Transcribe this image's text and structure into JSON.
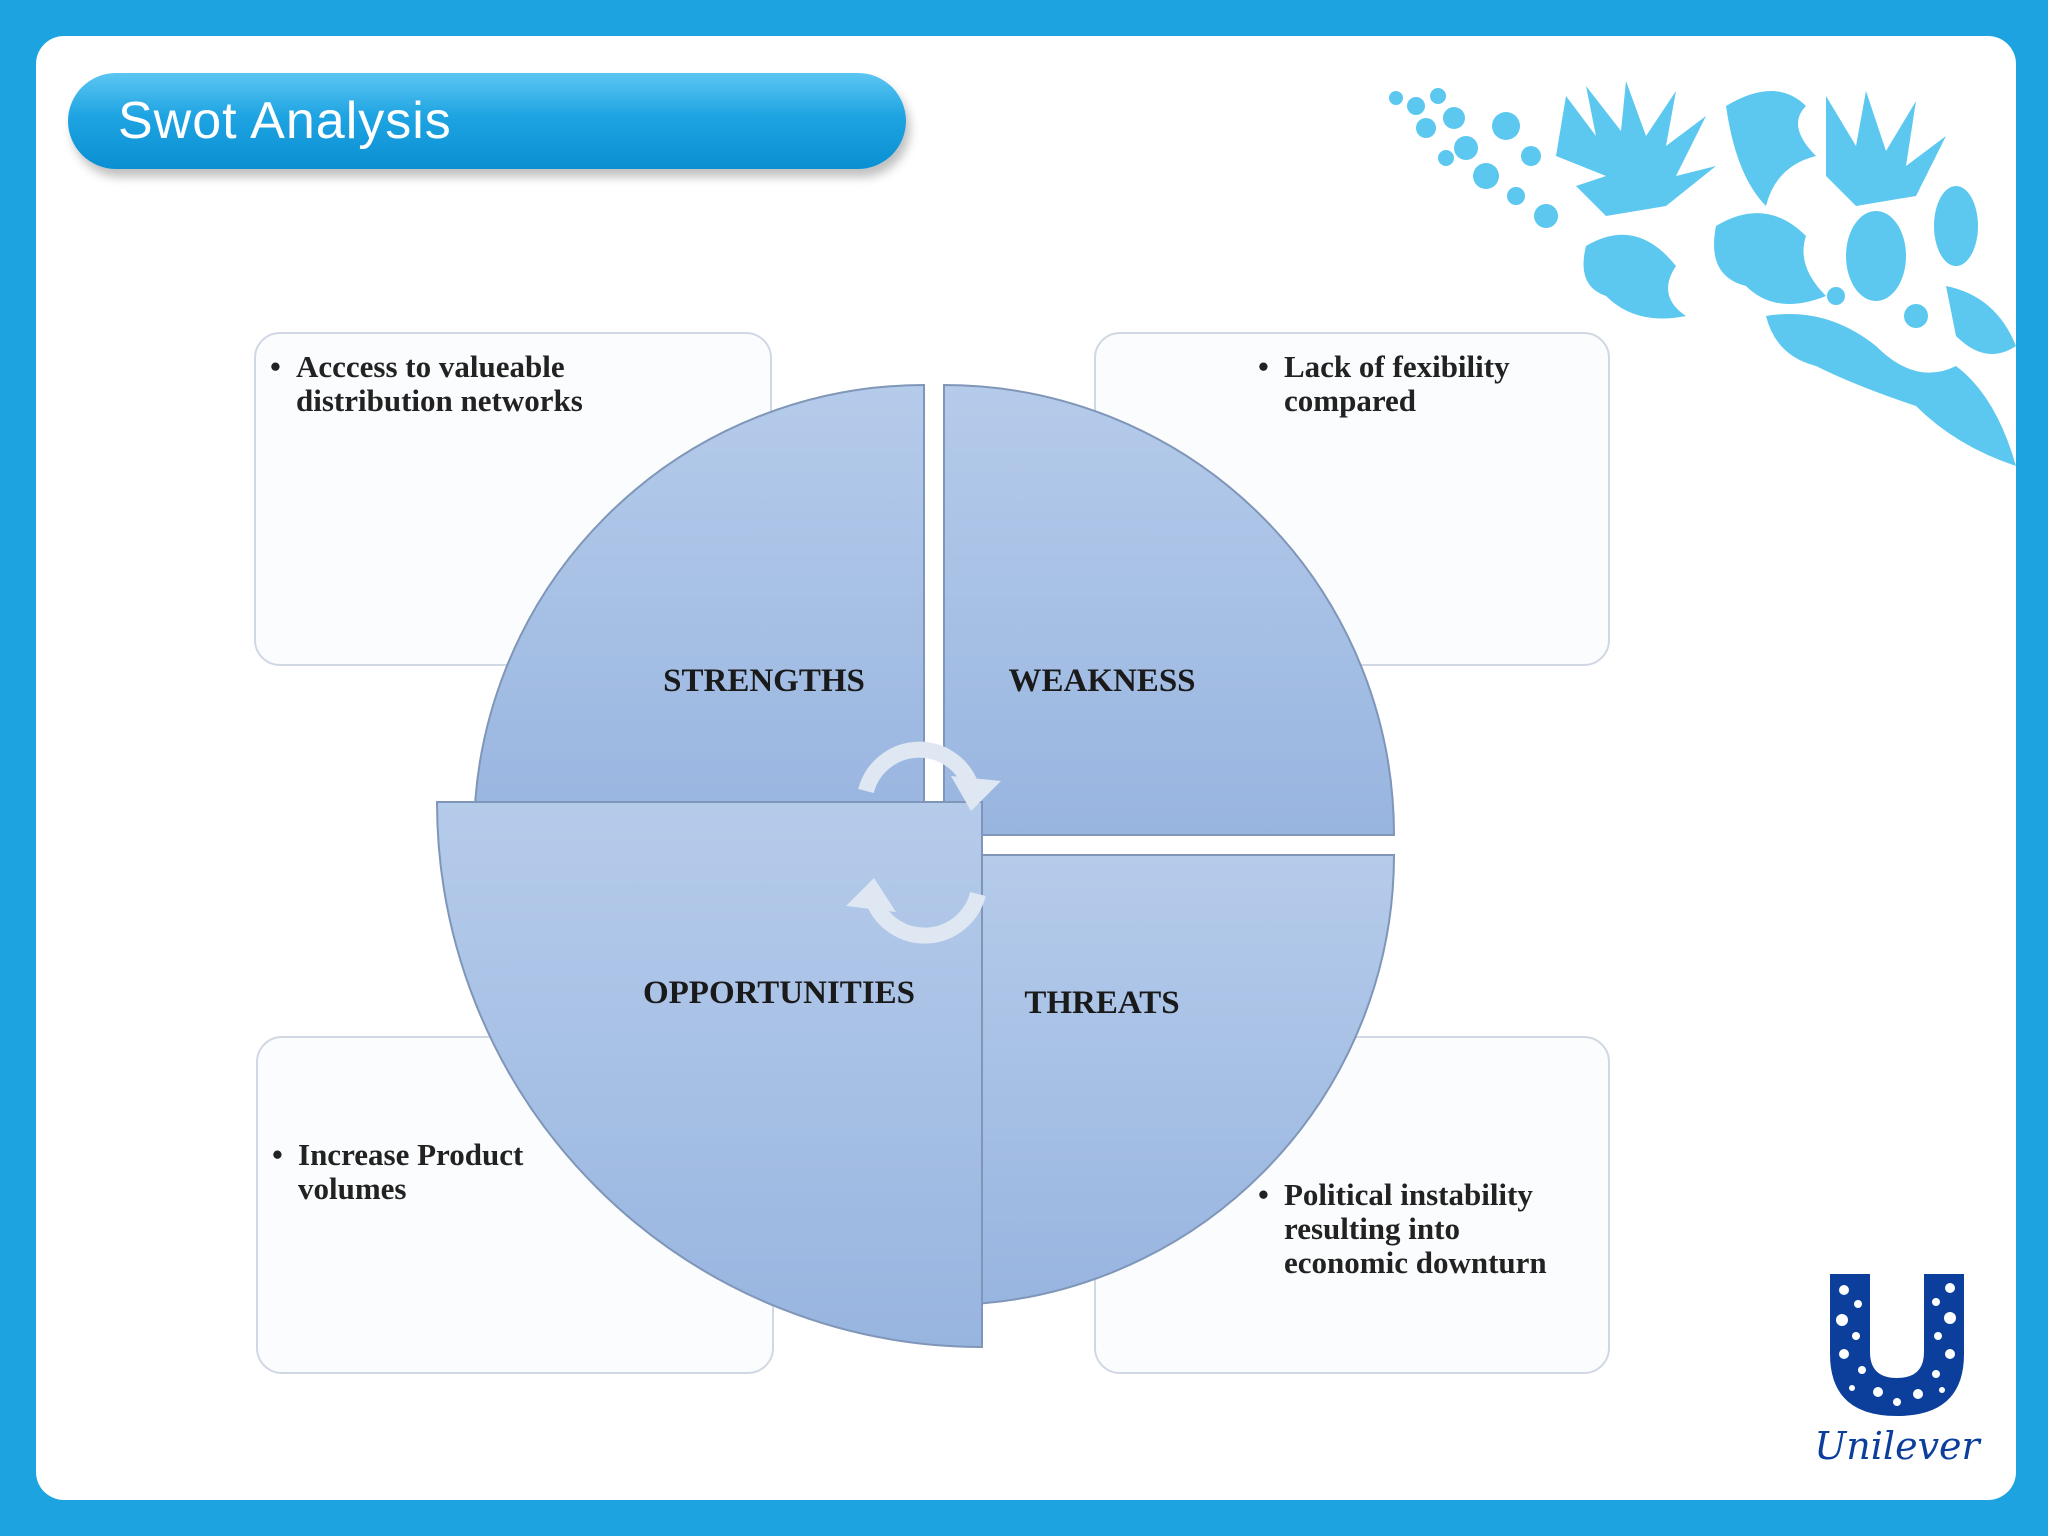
{
  "slide": {
    "title": "Swot Analysis"
  },
  "quadrants": {
    "strengths": "STRENGTHS",
    "weakness": "WEAKNESS",
    "opportunities": "OPPORTUNITIES",
    "threats": "THREATS"
  },
  "boxes": {
    "strengths": {
      "bullet": "Acccess to valueable distribution networks"
    },
    "weakness": {
      "bullet": "Lack of fexibility compared"
    },
    "opportunities": {
      "bullet": "Increase Product volumes"
    },
    "threats": {
      "bullet": "Political instability resulting into economic downturn"
    }
  },
  "branding": {
    "logo_text": "Unilever",
    "logo_icon": "unilever-u-icon",
    "decoration_icon": "floral-pattern-icon"
  },
  "colors": {
    "background": "#1ca3e0",
    "title_pill": "#1ea4e2",
    "quadrant_fill": "#a7c1e4",
    "quadrant_stroke": "#7f96b8",
    "logo": "#0c3f9c",
    "pattern": "#5cc8ef"
  }
}
